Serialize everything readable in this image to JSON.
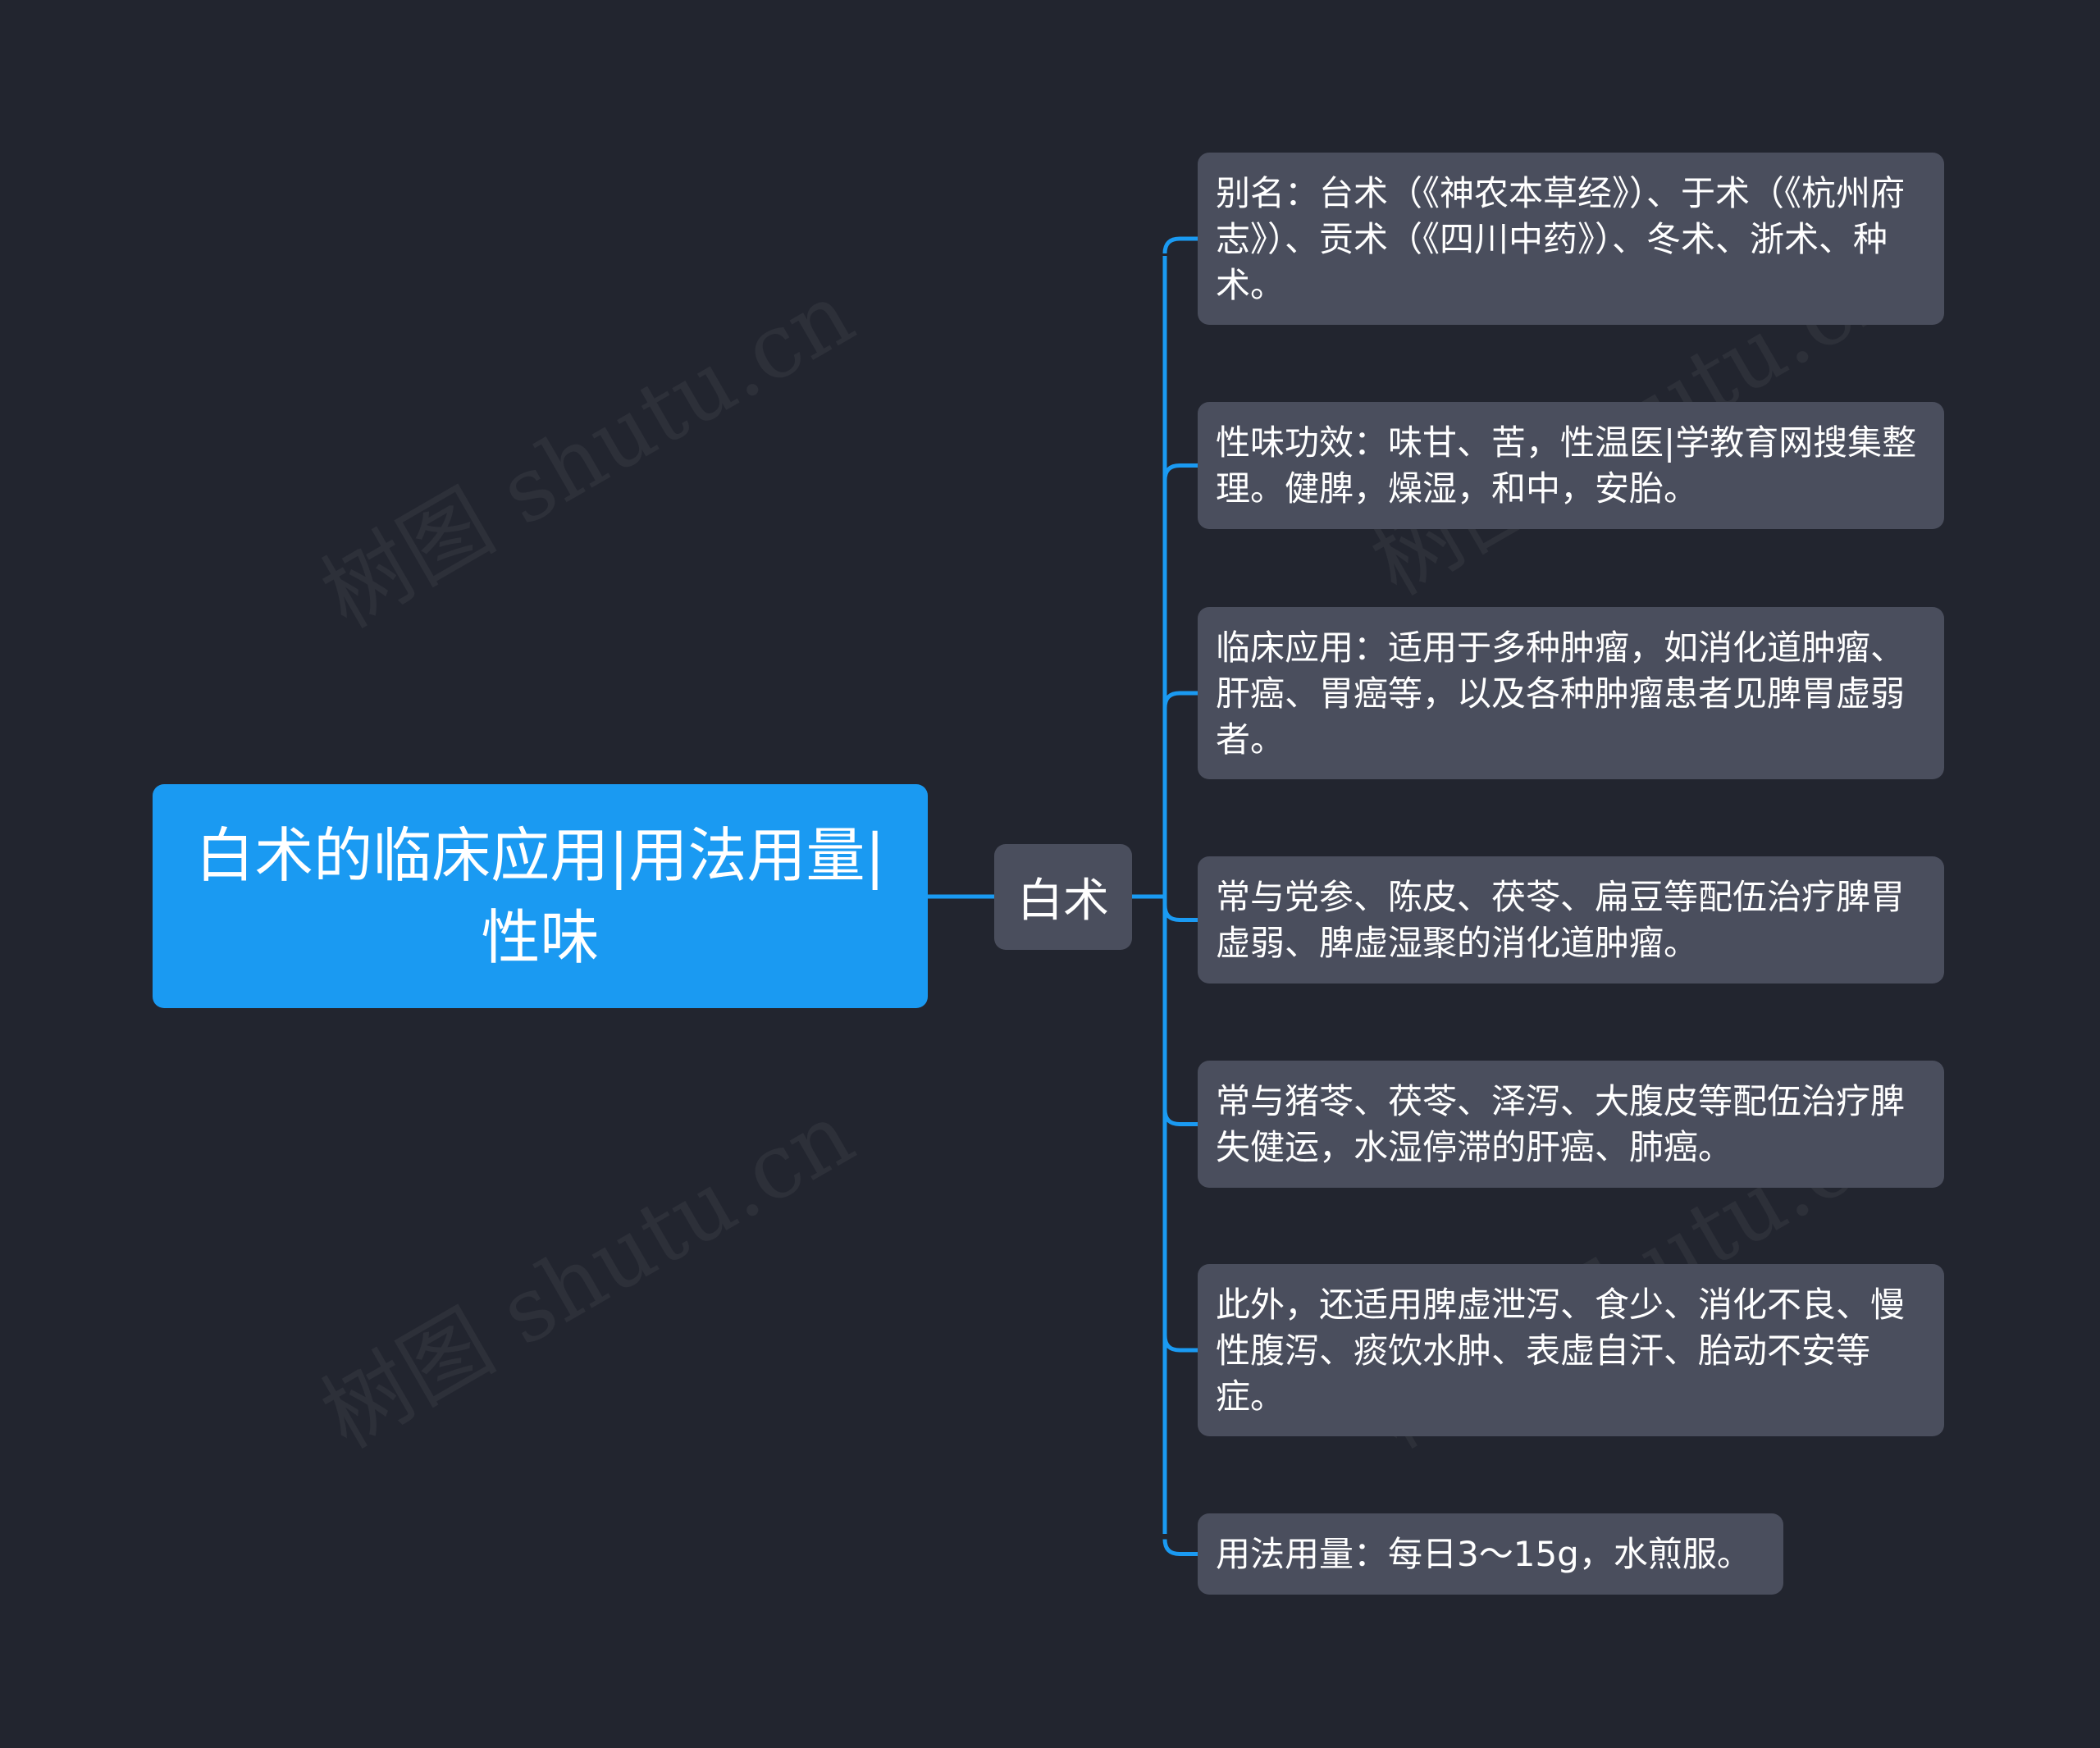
{
  "colors": {
    "background": "#22252f",
    "root_fill": "#1a9af2",
    "node_fill": "#4a4e5d",
    "connector": "#1a9af2",
    "text": "#ffffff"
  },
  "root": {
    "title": "白术的临床应用|用法用量|性味"
  },
  "branch": {
    "label": "白术"
  },
  "leaves": [
    {
      "text": "别名：台术（《神农本草经》）、于术（《杭州府志》）、贡术（《四川中药》）、冬术、浙术、种术。"
    },
    {
      "text": "性味功效：味甘、苦，性温医|学教育网搜集整理。健脾，燥湿，和中，安胎。"
    },
    {
      "text": "临床应用：适用于多种肿瘤，如消化道肿瘤、肝癌、胃癌等，以及各种肿瘤患者见脾胃虚弱者。"
    },
    {
      "text": "常与党参、陈皮、茯苓、扁豆等配伍治疗脾胃虚弱、脾虚湿聚的消化道肿瘤。"
    },
    {
      "text": "常与猪苓、茯苓、泽泻、大腹皮等配伍治疗脾失健运，水湿停滞的肝癌、肺癌。"
    },
    {
      "text": "此外，还适用脾虚泄泻、食少、消化不良、慢性腹泻、痰饮水肿、表虚自汗、胎动不安等症。"
    },
    {
      "text": "用法用量：每日3～15g，水煎服。"
    }
  ],
  "watermarks": [
    "树图 shutu.cn",
    "树图 shutu.cn",
    "树图 shutu.cn",
    "树图 shutu.cn"
  ]
}
